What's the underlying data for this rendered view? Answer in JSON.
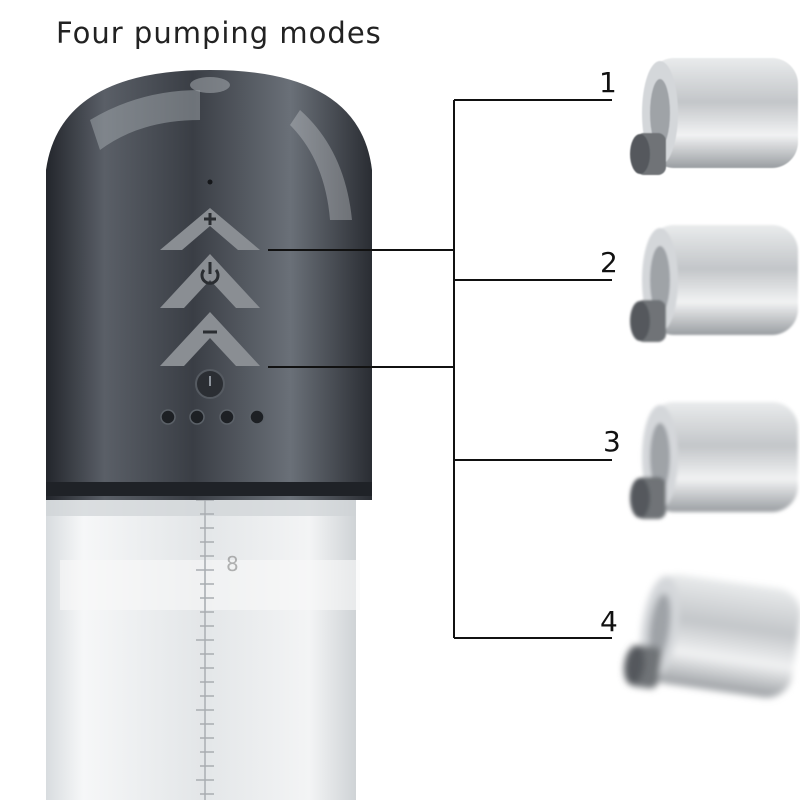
{
  "title": "Four pumping modes",
  "modes": [
    {
      "label": "1",
      "blur": 0.4
    },
    {
      "label": "2",
      "blur": 1.0
    },
    {
      "label": "3",
      "blur": 1.8
    },
    {
      "label": "4",
      "blur": 3.4
    }
  ],
  "tube_tick_label": "8",
  "colors": {
    "head": "#3b3f47",
    "head_highlight": "#8e949c",
    "button": "#8a8e93",
    "tube": "#e7eaec",
    "motor": "#b9bcbf",
    "line": "#111111"
  },
  "icons": [
    "plus-icon",
    "power-icon",
    "minus-icon",
    "indicator-dot-icon"
  ]
}
